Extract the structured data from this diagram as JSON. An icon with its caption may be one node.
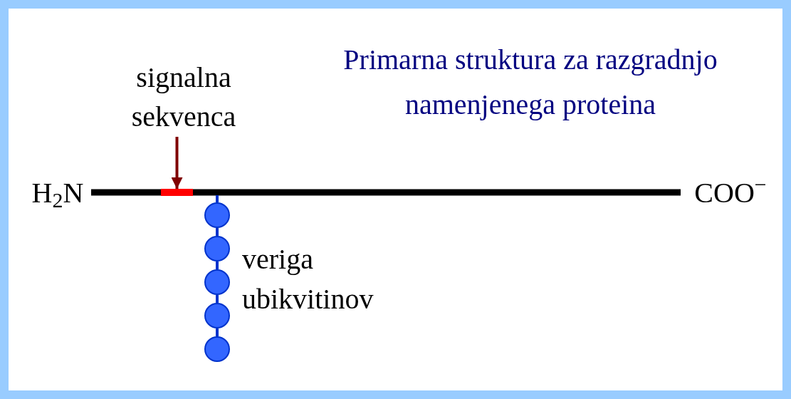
{
  "diagram": {
    "title": "Primarna struktura za razgradnjo namenjenega proteina",
    "nodes": [
      {
        "text": [
          "signalna sekvenca"
        ]
      },
      {
        "text": [],
        "shape": "bar"
      },
      {
        "text": [
          "H$_{2}$N"
        ]
      },
      {
        "text": [
          "COO$^{−}$"
        ]
      },
      {
        "text": [],
        "shape": "circle"
      },
      {
        "text": [],
        "shape": "circle"
      },
      {
        "text": [],
        "shape": "circle"
      },
      {
        "text": [],
        "shape": "circle"
      },
      {
        "text": [],
        "shape": "circle"
      }
    ],
    "edges": [
      {
        "from": 0,
        "to": 1,
        "arrow": "to",
        "color": "#800000"
      },
      {
        "from": 2,
        "to": 1,
        "arrow": "none",
        "style": "thick",
        "color": "#000000"
      },
      {
        "from": 1,
        "to": 3,
        "arrow": "none",
        "style": "thick",
        "color": "#000000"
      },
      {
        "from": null,
        "to": 4,
        "arrow": "none"
      },
      {
        "from": 4,
        "to": 5,
        "arrow": "none"
      },
      {
        "from": 5,
        "to": 6,
        "arrow": "none"
      },
      {
        "from": 6,
        "to": 7,
        "arrow": "none"
      },
      {
        "from": 7,
        "to": 8,
        "arrow": "none"
      }
    ],
    "labels": [
      "veriga ubikvitinov"
    ]
  }
}
